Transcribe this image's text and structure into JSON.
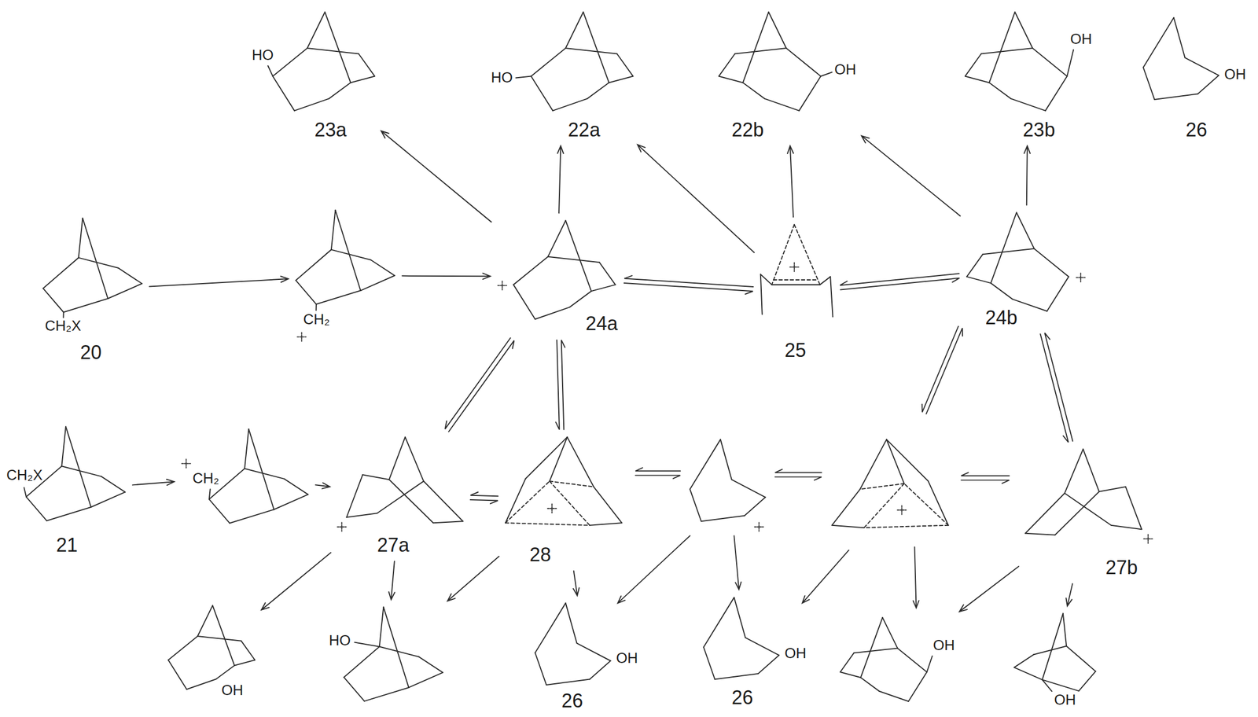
{
  "diagram": {
    "nodes": [
      {
        "text": [
          "HO",
          "23a"
        ]
      },
      {
        "text": [
          "HO",
          "22a"
        ]
      },
      {
        "text": [
          "OH",
          "22b"
        ]
      },
      {
        "text": [
          "OH",
          "23b"
        ]
      },
      {
        "text": [
          "OH",
          "26"
        ]
      },
      {
        "text": [
          "CH₂X",
          "20"
        ]
      },
      {
        "text": [
          "CH₂"
        ]
      },
      {
        "text": [
          "24a"
        ]
      },
      {
        "text": [
          "25"
        ]
      },
      {
        "text": [
          "24b"
        ]
      },
      {
        "text": [
          "CH₂X",
          "21"
        ]
      },
      {
        "text": [
          "CH₂"
        ]
      },
      {
        "text": [
          "27a"
        ]
      },
      {
        "text": [
          "28"
        ]
      },
      {
        "text": [
          "27b"
        ]
      },
      {
        "text": [
          "OH"
        ]
      },
      {
        "text": [
          "HO"
        ]
      },
      {
        "text": [
          "OH",
          "26"
        ]
      },
      {
        "text": [
          "OH",
          "26"
        ]
      },
      {
        "text": [
          "OH"
        ]
      },
      {
        "text": [
          "OH"
        ]
      }
    ],
    "edges": [
      {
        "from": 5,
        "to": 6,
        "arrow": "to"
      },
      {
        "from": 6,
        "to": 7,
        "arrow": "to"
      },
      {
        "from": 7,
        "to": 0,
        "arrow": "to"
      },
      {
        "from": 7,
        "to": 1,
        "arrow": "to"
      },
      {
        "from": 7,
        "to": 8,
        "arrow": "both"
      },
      {
        "from": 8,
        "to": 1,
        "arrow": "to"
      },
      {
        "from": 8,
        "to": 2,
        "arrow": "to"
      },
      {
        "from": 8,
        "to": 9,
        "arrow": "both"
      },
      {
        "from": 9,
        "to": 2,
        "arrow": "to"
      },
      {
        "from": 9,
        "to": 3,
        "arrow": "to"
      },
      {
        "from": 7,
        "to": 12,
        "arrow": "both"
      },
      {
        "from": 7,
        "to": 13,
        "arrow": "both"
      },
      {
        "from": 9,
        "to": 14,
        "arrow": "both"
      },
      {
        "from": 10,
        "to": 11,
        "arrow": "to"
      },
      {
        "from": 11,
        "to": 12,
        "arrow": "to"
      },
      {
        "from": 12,
        "to": 13,
        "arrow": "both"
      },
      {
        "from": 12,
        "to": 15,
        "arrow": "to"
      },
      {
        "from": 12,
        "to": 16,
        "arrow": "to"
      },
      {
        "from": 13,
        "to": 16,
        "arrow": "to"
      },
      {
        "from": 13,
        "to": 17,
        "arrow": "to"
      },
      {
        "from": 14,
        "to": 19,
        "arrow": "to"
      },
      {
        "from": 14,
        "to": 20,
        "arrow": "to"
      }
    ]
  }
}
